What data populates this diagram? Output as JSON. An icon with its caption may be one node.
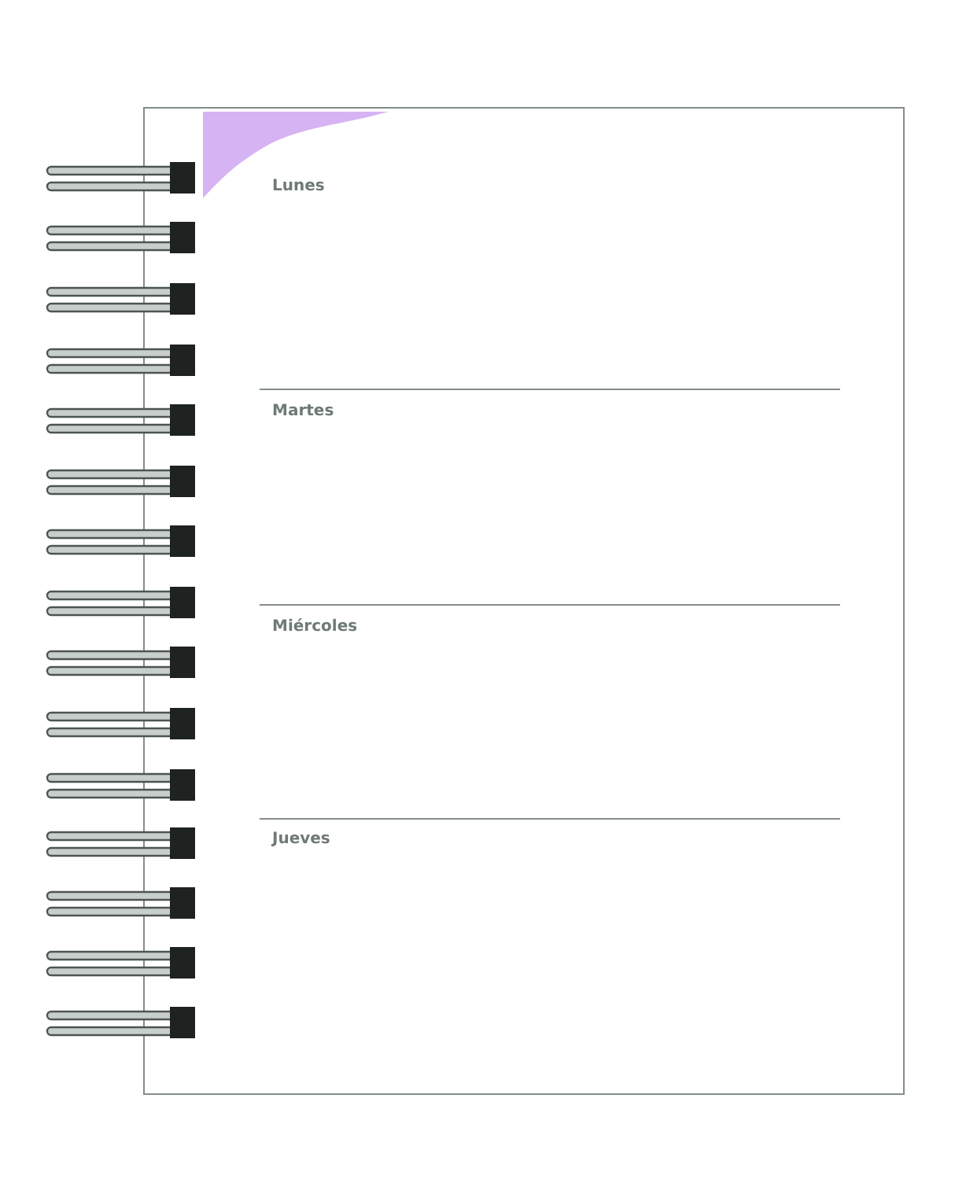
{
  "diagram": {
    "labels": [
      "Lunes",
      "Martes",
      "Miércoles",
      "Jueves"
    ]
  }
}
